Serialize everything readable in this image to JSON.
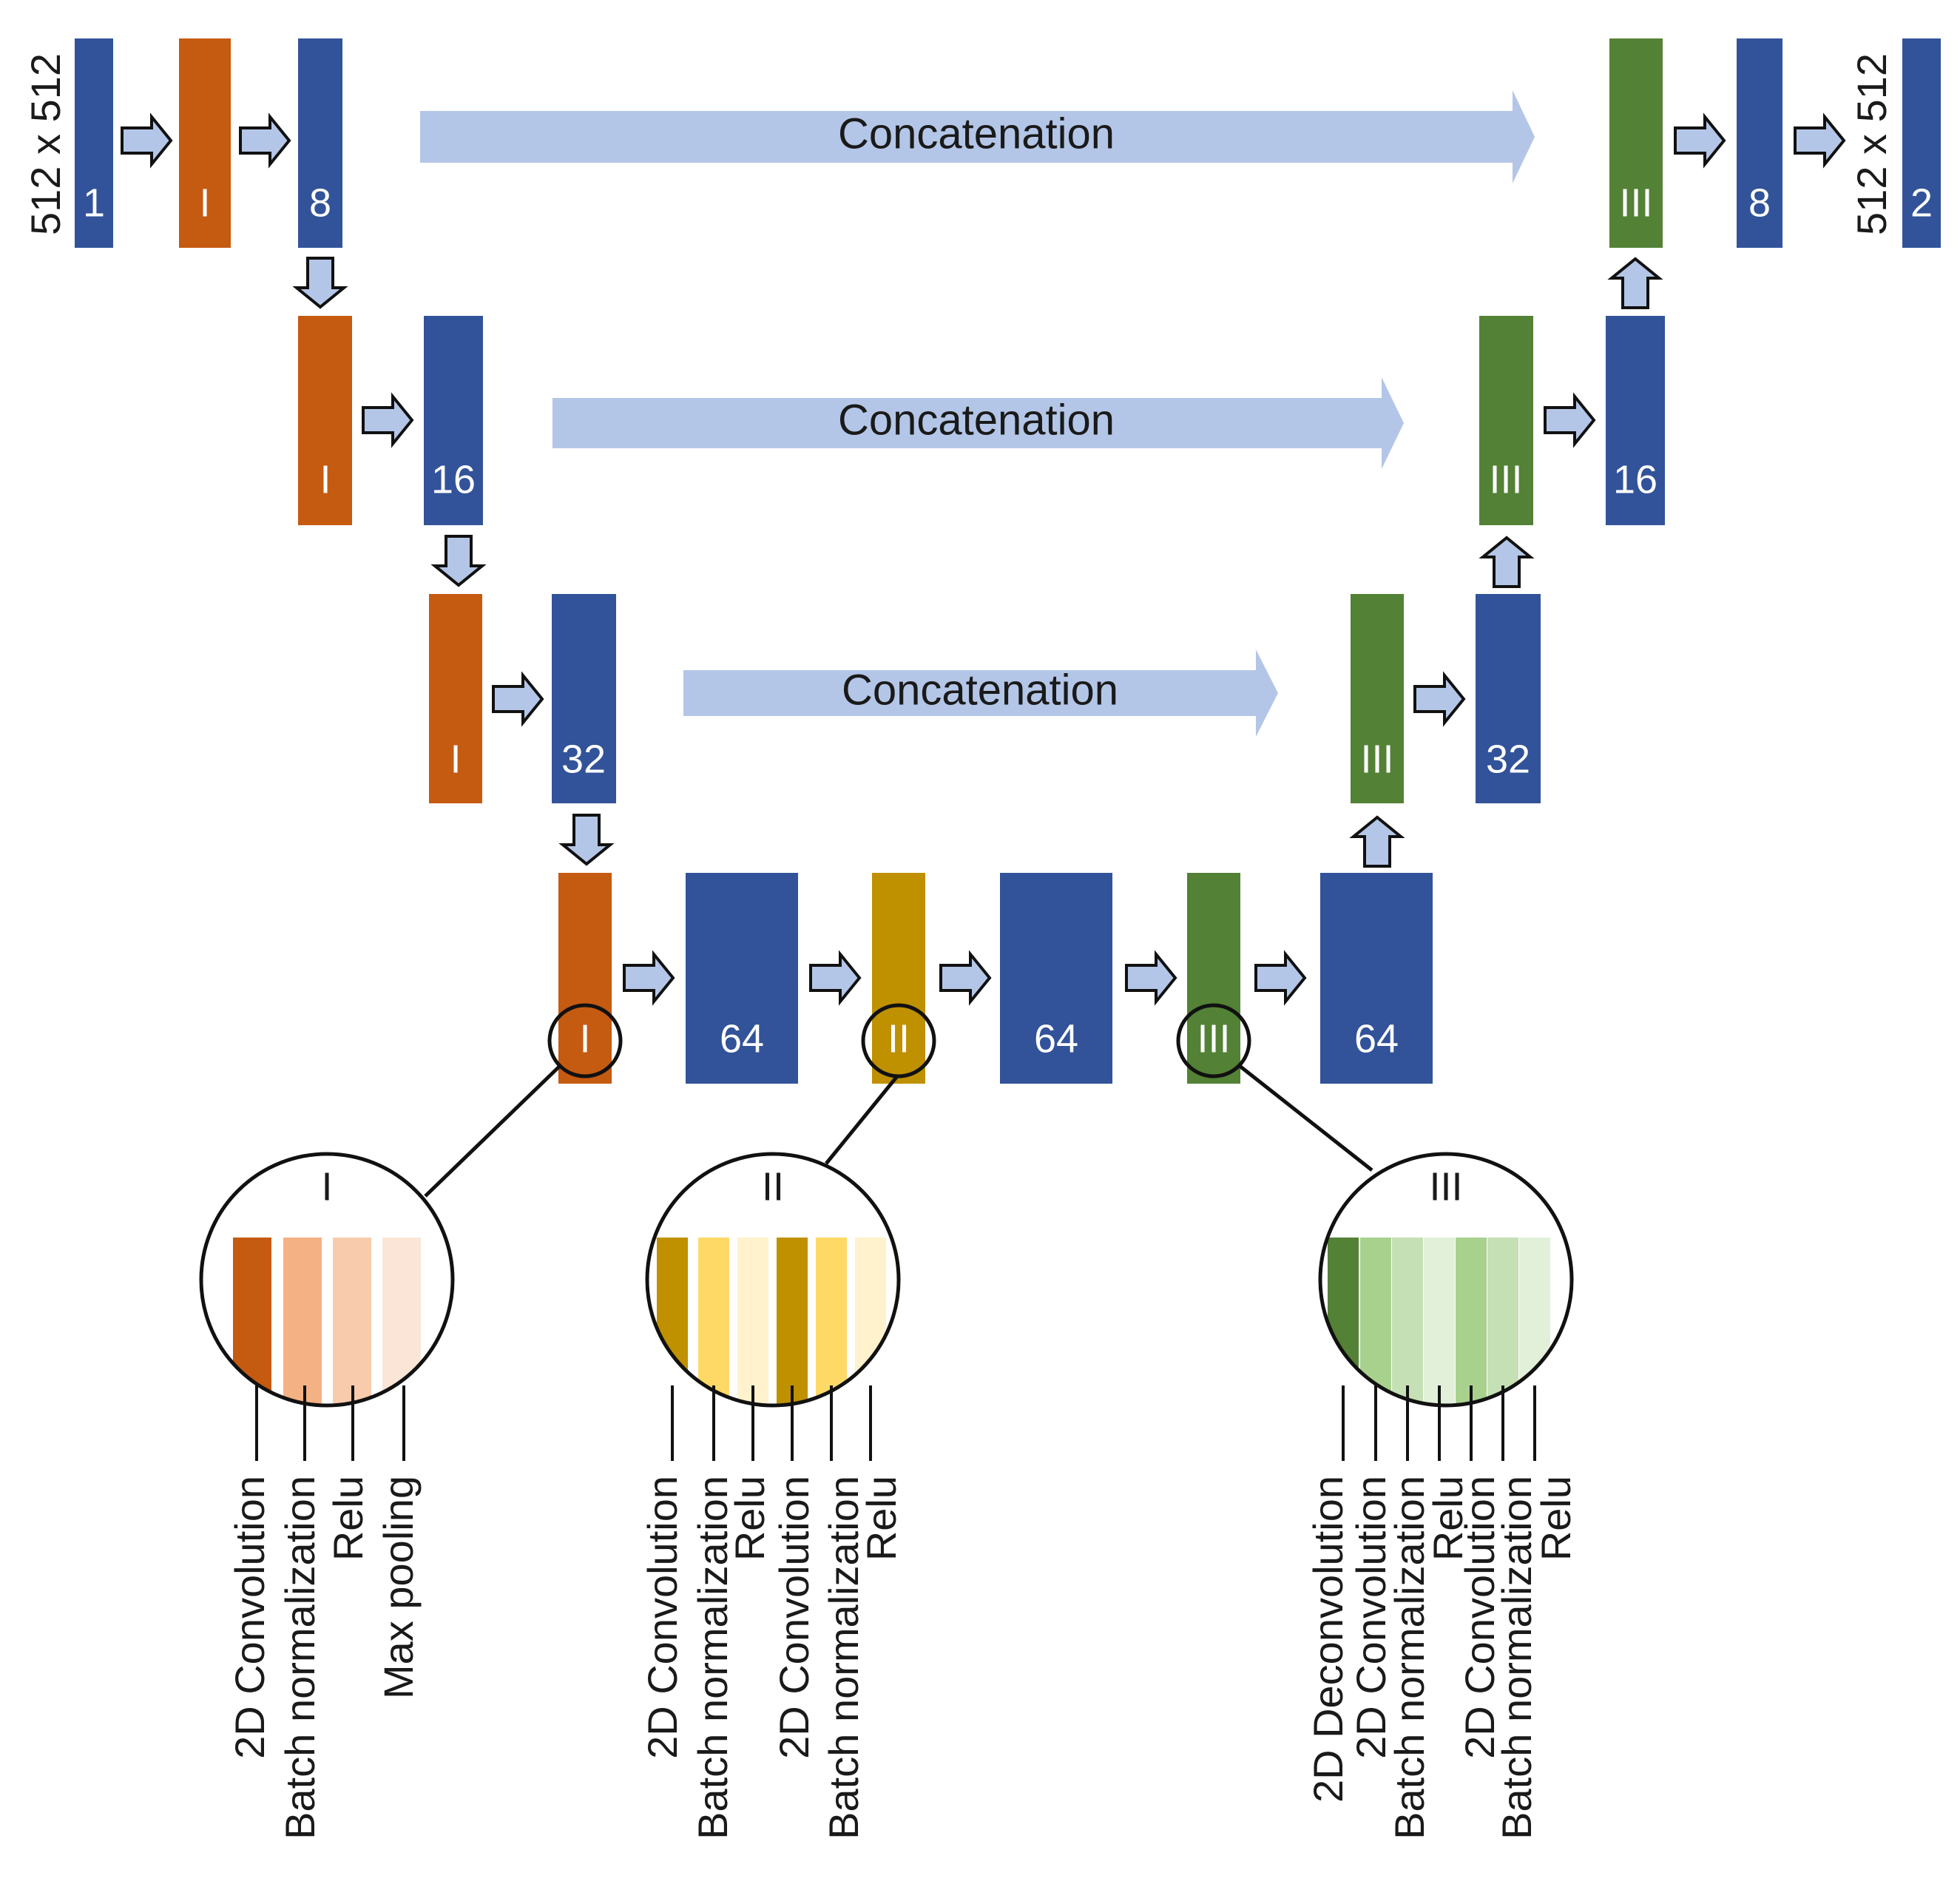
{
  "input_size": "512 x 512",
  "output_size": "512 x 512",
  "concat_label": "Concatenation",
  "colors": {
    "blue": "#325399",
    "orange": "#c55a11",
    "gold": "#bf9000",
    "green": "#538135",
    "arrow_fill": "#b4c6e7",
    "concat_fill": "#b4c6e7"
  },
  "blocks": {
    "input_channels": "1",
    "enc1_block": "I",
    "enc1_channels": "8",
    "enc2_block": "I",
    "enc2_channels": "16",
    "enc3_block": "I",
    "enc3_channels": "32",
    "bottleneck_block_1": "I",
    "bottleneck_channels_1": "64",
    "bottleneck_block_2": "II",
    "bottleneck_channels_2": "64",
    "bottleneck_block_3": "III",
    "bottleneck_channels_3": "64",
    "dec3_block": "III",
    "dec3_channels": "32",
    "dec2_block": "III",
    "dec2_channels": "16",
    "dec1_block": "III",
    "dec1_channels": "8",
    "output_channels": "2"
  },
  "legend": {
    "I": {
      "title": "I",
      "layer_colors": [
        "#c55a11",
        "#f4b183",
        "#f8cbad",
        "#fbe5d6"
      ],
      "layers": [
        "2D Convolution",
        "Batch normalization",
        "Relu",
        "Max pooling"
      ]
    },
    "II": {
      "title": "II",
      "layer_colors": [
        "#bf9000",
        "#ffd966",
        "#fff2cc",
        "#bf9000",
        "#ffd966",
        "#fff2cc"
      ],
      "layers": [
        "2D Convolution",
        "Batch normalization",
        "Relu",
        "2D Convolution",
        "Batch normalization",
        "Relu"
      ]
    },
    "III": {
      "title": "III",
      "layer_colors": [
        "#538135",
        "#a9d18e",
        "#c5e0b4",
        "#e2f0d9",
        "#a9d18e",
        "#c5e0b4",
        "#e2f0d9"
      ],
      "layers": [
        "2D Deconvolution",
        "2D Convolution",
        "Batch normalization",
        "Relu",
        "2D Convolution",
        "Batch normalization",
        "Relu"
      ]
    }
  }
}
